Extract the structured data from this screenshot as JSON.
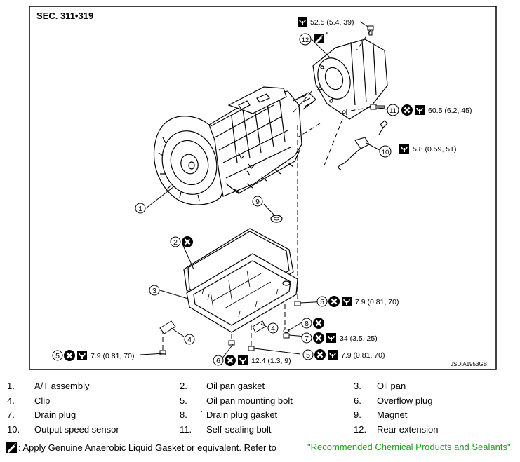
{
  "diagram": {
    "section_label": "SEC. 311•319",
    "image_code": "JSDIA1953GB",
    "callouts": {
      "c1": "1",
      "c2": "2",
      "c3": "3",
      "c4a": "4",
      "c4b": "4",
      "c5a": "5",
      "c5b": "5",
      "c5c": "5",
      "c6": "6",
      "c7": "7",
      "c8": "8",
      "c9": "9",
      "c10": "10",
      "c11": "11",
      "c12": "12"
    },
    "torques": {
      "t12": "52.5 (5.4, 39)",
      "t11": "60.5 (6.2, 45)",
      "t10": "5.8 (0.59, 51)",
      "t5a": "7.9 (0.81, 70)",
      "t7": "34 (3.5, 25)",
      "t5b": "7.9 (0.81, 70)",
      "t5c": "7.9 (0.81, 70)",
      "t6": "12.4 (1.3, 9)"
    },
    "asterisk": "*"
  },
  "parts": [
    {
      "num": "1.",
      "name": "A/T assembly"
    },
    {
      "num": "2.",
      "name": "Oil pan gasket"
    },
    {
      "num": "3.",
      "name": "Oil pan"
    },
    {
      "num": "4.",
      "name": "Clip"
    },
    {
      "num": "5.",
      "name": "Oil pan mounting bolt"
    },
    {
      "num": "6.",
      "name": "Overflow plug"
    },
    {
      "num": "7.",
      "name": "Drain plug"
    },
    {
      "num": "8.",
      "name": "Drain plug gasket"
    },
    {
      "num": "9.",
      "name": "Magnet"
    },
    {
      "num": "10.",
      "name": "Output speed sensor"
    },
    {
      "num": "11.",
      "name": "Self-sealing bolt"
    },
    {
      "num": "12.",
      "name": "Rear extension"
    }
  ],
  "footnote": {
    "text": ": Apply Genuine Anaerobic Liquid Gasket or equivalent. Refer to",
    "link": "\"Recommended Chemical Products and Sealants\"",
    "trailing": "."
  },
  "icons": [
    "torque-wrench-icon",
    "do-not-reuse-icon",
    "sealant-icon"
  ]
}
